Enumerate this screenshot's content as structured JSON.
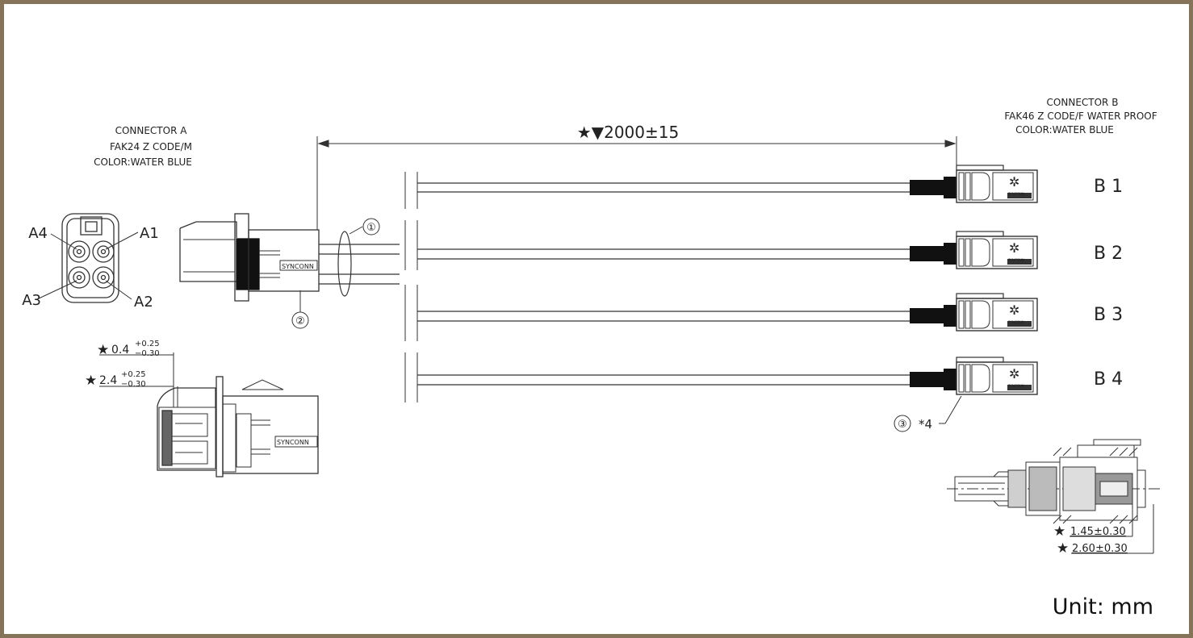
{
  "connector_a": {
    "title": "CONNECTOR A",
    "part": "FAK24 Z CODE/M",
    "color": "COLOR:WATER BLUE",
    "pins": [
      "A4",
      "A1",
      "A3",
      "A2"
    ],
    "brand": "SYNCONN"
  },
  "connector_b": {
    "title": "CONNECTOR B",
    "part": "FAK46 Z CODE/F WATER PROOF",
    "color": "COLOR:WATER BLUE",
    "brand": "SYNCONN",
    "branches": [
      "B 1",
      "B 2",
      "B 3",
      "B 4"
    ]
  },
  "dimensions": {
    "length": "★▼2000±15",
    "a_dim1_value": "0.4",
    "a_dim1_tol_upper": "+0.25",
    "a_dim1_tol_lower": "−0.30",
    "a_dim2_value": "2.4",
    "a_dim2_tol_upper": "+0.25",
    "a_dim2_tol_lower": "−0.30",
    "b_dim1": "1.45±0.30",
    "b_dim2": "2.60±0.30",
    "star": "★"
  },
  "callouts": {
    "cable": "①",
    "housing": "②",
    "connector_b_item": "③",
    "connector_b_qty": "*4"
  },
  "unit": "Unit: mm",
  "colors": {
    "frame": "#857459",
    "line": "#333333",
    "cable_end": "#111111"
  }
}
